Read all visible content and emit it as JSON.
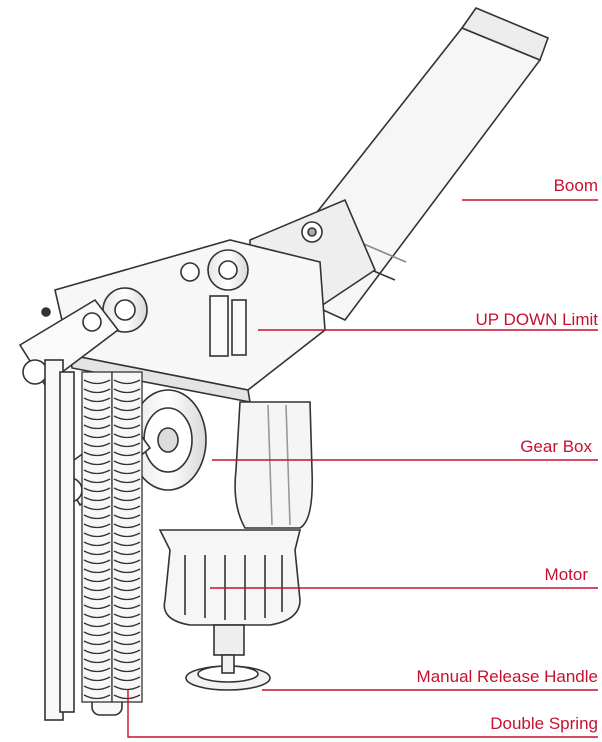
{
  "diagram": {
    "labels": {
      "boom": "Boom",
      "up_down_limit": "UP DOWN Limit",
      "gear_box": "Gear Box",
      "motor": "Motor",
      "manual_release_handle": "Manual Release Handle",
      "double_spring": "Double Spring"
    },
    "colors": {
      "leader_line": "#c8102e",
      "outline": "#333333",
      "fill": "#f4f4f4"
    }
  }
}
